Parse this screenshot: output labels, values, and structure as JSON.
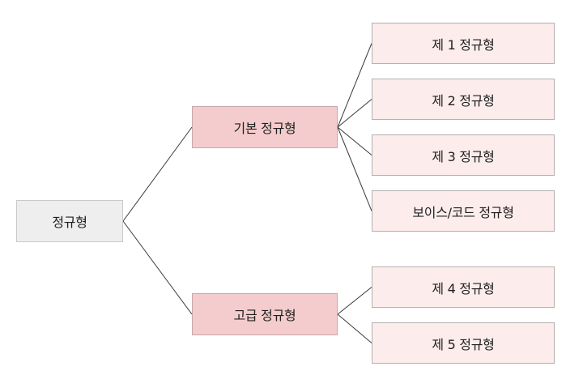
{
  "diagram": {
    "root": {
      "label": "정규형"
    },
    "branches": [
      {
        "label": "기본 정규형",
        "children": [
          "제 1 정규형",
          "제 2 정규형",
          "제 3 정규형",
          "보이스/코드 정규형"
        ]
      },
      {
        "label": "고급 정규형",
        "children": [
          "제 4 정규형",
          "제 5 정규형"
        ]
      }
    ],
    "colors": {
      "root_fill": "#eeeeee",
      "branch_fill": "#f4cccd",
      "leaf_fill": "#fcecec",
      "line": "#3a3a3a"
    }
  }
}
